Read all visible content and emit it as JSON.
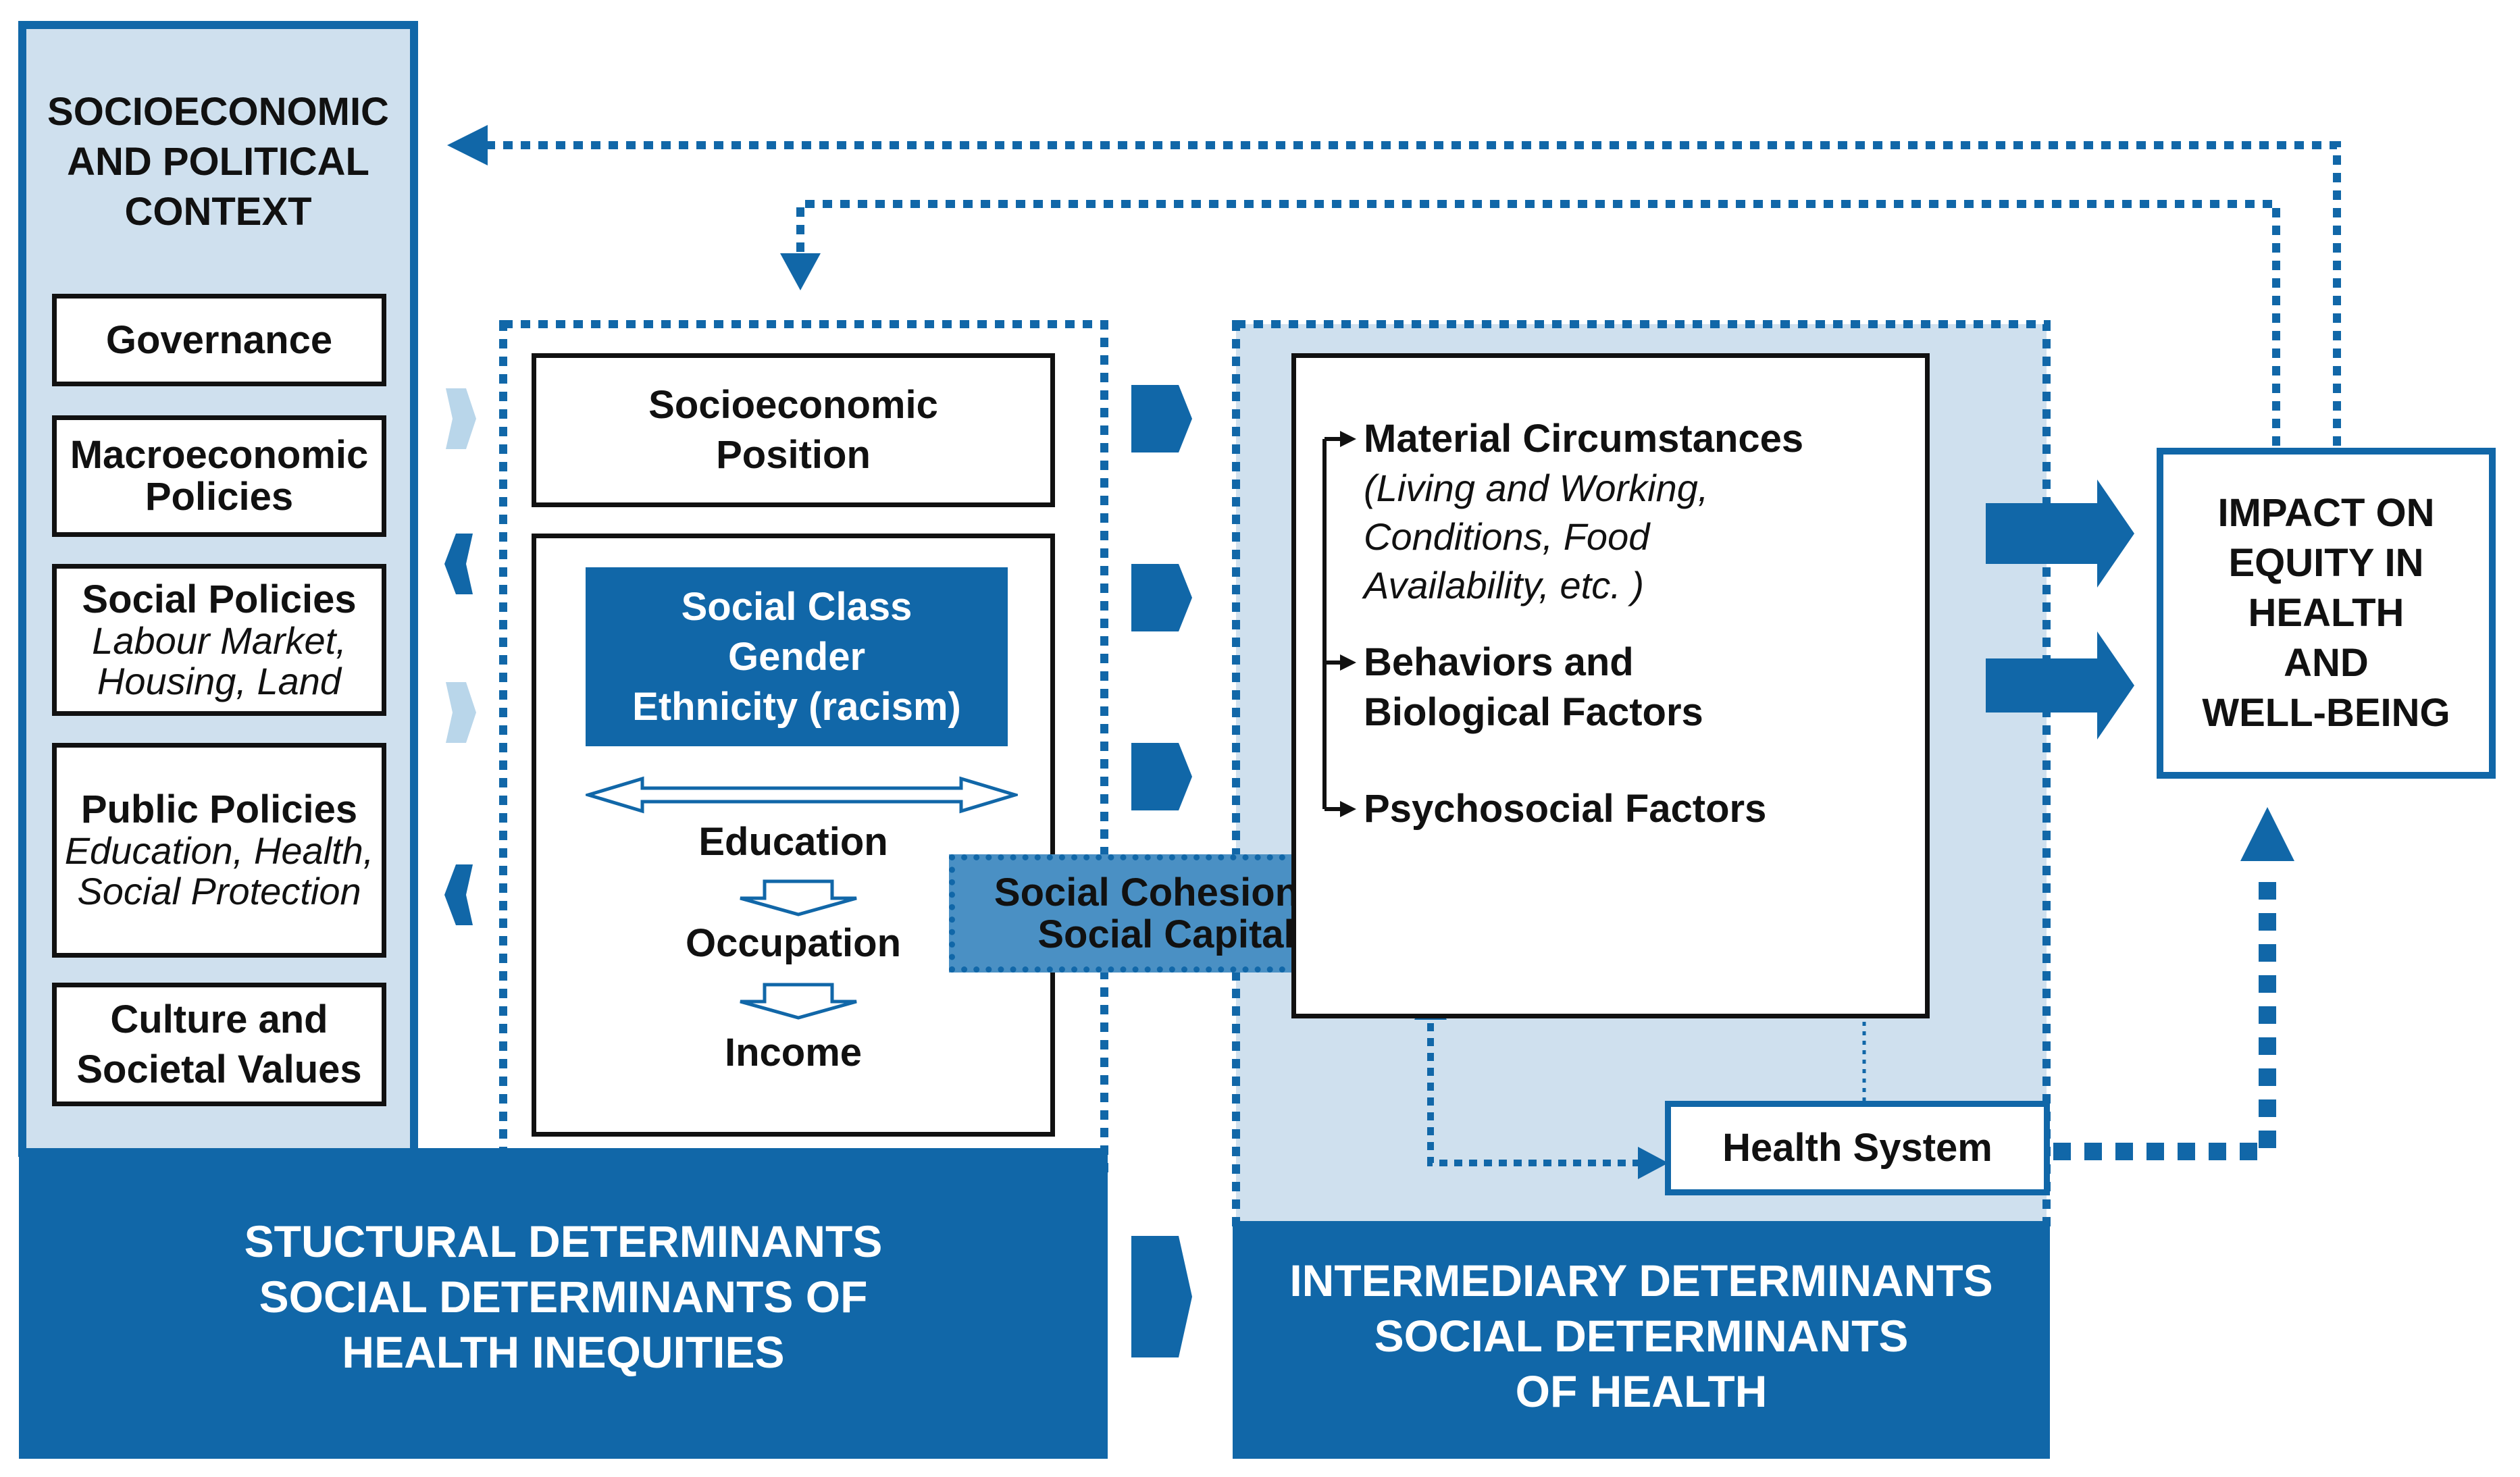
{
  "context": {
    "title": [
      "SOCIOECONOMIC",
      "AND POLITICAL",
      "CONTEXT"
    ],
    "governance": "Governance",
    "macroeconomic": [
      "Macroeconomic",
      "Policies"
    ],
    "social_policies": {
      "title": "Social Policies",
      "detail": [
        "Labour Market,",
        "Housing, Land"
      ]
    },
    "public_policies": {
      "title": "Public Policies",
      "detail": [
        "Education, Health,",
        "Social Protection"
      ]
    },
    "culture": [
      "Culture and",
      "Societal Values"
    ]
  },
  "position": {
    "title": [
      "Socioeconomic",
      "Position"
    ],
    "class_box": [
      "Social Class",
      "Gender",
      "Ethnicity (racism)"
    ],
    "education": "Education",
    "occupation": "Occupation",
    "income": "Income"
  },
  "cohesion": [
    "Social Cohesion &",
    "Social Capital"
  ],
  "intermediary": {
    "material": "Material Circumstances",
    "material_detail": [
      "(Living and Working,",
      "Conditions, Food",
      "Availability, etc. )"
    ],
    "behaviors": [
      "Behaviors and",
      "Biological Factors"
    ],
    "psychosocial": "Psychosocial Factors"
  },
  "health_system": "Health System",
  "impact": [
    "IMPACT ON",
    "EQUITY IN",
    "HEALTH",
    "AND",
    "WELL-BEING"
  ],
  "structural_banner": [
    "STUCTURAL DETERMINANTS",
    "SOCIAL DETERMINANTS OF",
    "HEALTH INEQUITIES"
  ],
  "intermediary_banner": [
    "INTERMEDIARY DETERMINANTS",
    "SOCIAL DETERMINANTS",
    "OF HEALTH"
  ],
  "colors": {
    "primary_blue": "#1167a8",
    "light_blue": "#cfe0ee",
    "cohesion_blue": "#4a90c4",
    "pale_arrow": "#b9d6ea",
    "outline": "#111111"
  }
}
